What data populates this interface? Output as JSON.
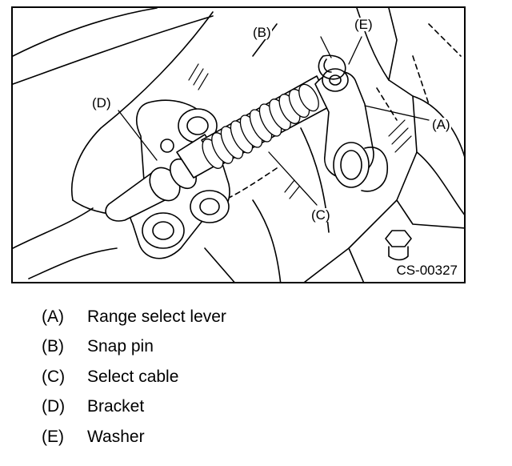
{
  "figure": {
    "id": "CS-00327",
    "callouts": {
      "A": "(A)",
      "B": "(B)",
      "C": "(C)",
      "D": "(D)",
      "E": "(E)"
    }
  },
  "legend": [
    {
      "key": "(A)",
      "label": "Range select lever"
    },
    {
      "key": "(B)",
      "label": "Snap pin"
    },
    {
      "key": "(C)",
      "label": "Select cable"
    },
    {
      "key": "(D)",
      "label": "Bracket"
    },
    {
      "key": "(E)",
      "label": "Washer"
    }
  ]
}
